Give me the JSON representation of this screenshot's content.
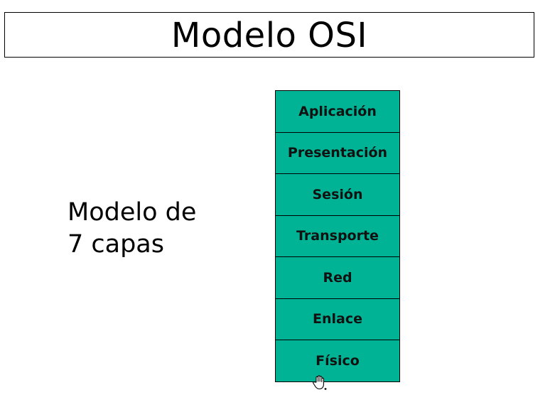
{
  "title": "Modelo OSI",
  "side_label": {
    "line1": "Modelo de",
    "line2": "7 capas"
  },
  "layers": [
    "Aplicación",
    "Presentación",
    "Sesión",
    "Transporte",
    "Red",
    "Enlace",
    "Físico"
  ],
  "colors": {
    "layer_fill": "#00b394",
    "border": "#000000",
    "background": "#ffffff"
  },
  "cursor_icon": "hand-pointer-icon"
}
